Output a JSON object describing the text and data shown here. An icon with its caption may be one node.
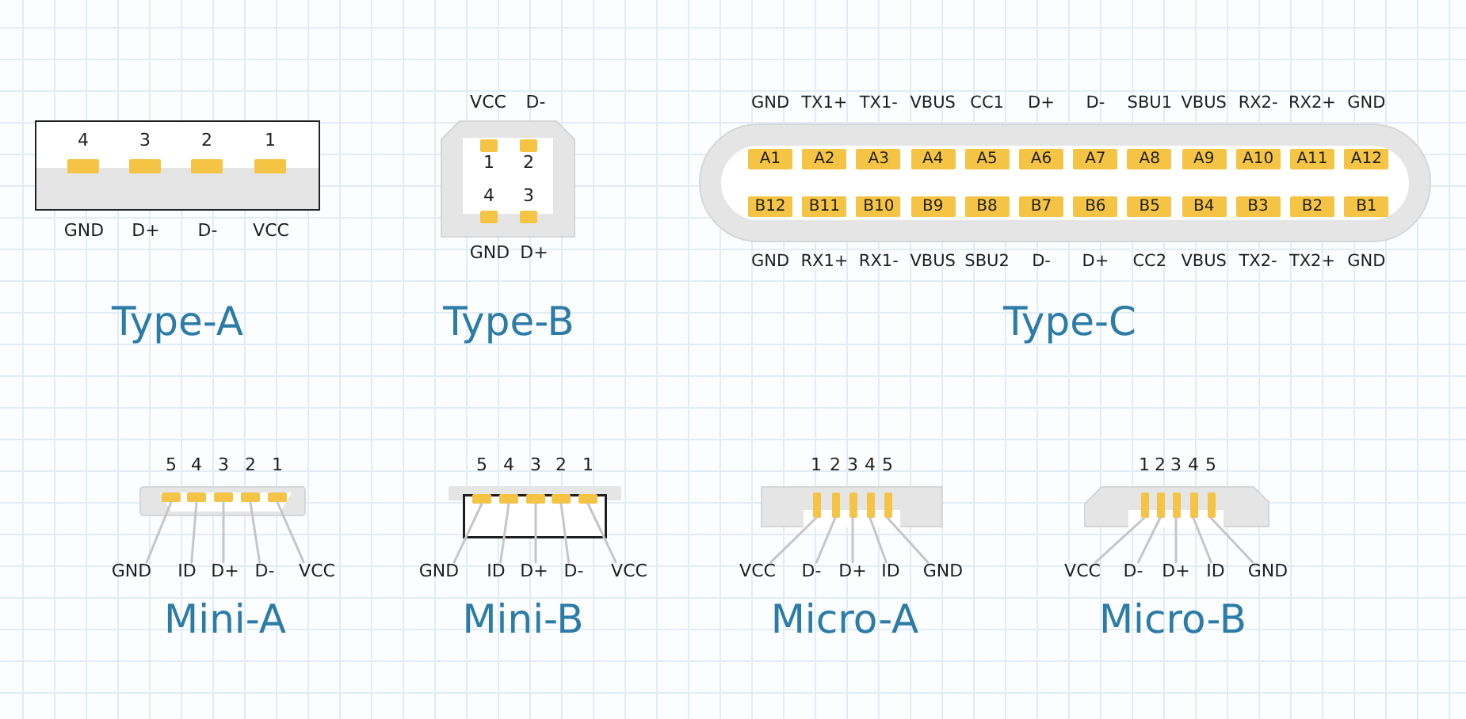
{
  "diagram": {
    "nodes": [
      {
        "text": [
          "4",
          "3",
          "2",
          "1"
        ],
        "beside": [
          "GND",
          "D+",
          "D-",
          "VCC"
        ]
      },
      {
        "text": [
          "1",
          "2",
          "4",
          "3"
        ],
        "beside": [
          "VCC",
          "D-",
          "GND",
          "D+"
        ]
      },
      {
        "text": [],
        "shape": "box",
        "beside": [
          "GND",
          "TX1+",
          "TX1-",
          "VBUS",
          "CC1",
          "D+",
          "D-",
          "SBU1",
          "VBUS",
          "RX2-",
          "RX2+",
          "GND",
          "GND",
          "RX1+",
          "RX1-",
          "VBUS",
          "SBU2",
          "D-",
          "D+",
          "CC2",
          "VBUS",
          "TX2-",
          "TX2+",
          "GND"
        ]
      },
      {
        "text": [
          "A1"
        ],
        "in": 2
      },
      {
        "text": [
          "A2"
        ],
        "in": 2
      },
      {
        "text": [
          "A3"
        ],
        "in": 2
      },
      {
        "text": [
          "A4"
        ],
        "in": 2
      },
      {
        "text": [
          "A5"
        ],
        "in": 2
      },
      {
        "text": [
          "A6"
        ],
        "in": 2
      },
      {
        "text": [
          "A7"
        ],
        "in": 2
      },
      {
        "text": [
          "A8"
        ],
        "in": 2
      },
      {
        "text": [
          "A9"
        ],
        "in": 2
      },
      {
        "text": [
          "A10"
        ],
        "in": 2
      },
      {
        "text": [
          "A11"
        ],
        "in": 2
      },
      {
        "text": [
          "A12"
        ],
        "in": 2
      },
      {
        "text": [
          "B12"
        ],
        "in": 2
      },
      {
        "text": [
          "B11"
        ],
        "in": 2
      },
      {
        "text": [
          "B10"
        ],
        "in": 2
      },
      {
        "text": [
          "B9"
        ],
        "in": 2
      },
      {
        "text": [
          "B8"
        ],
        "in": 2
      },
      {
        "text": [
          "B7"
        ],
        "in": 2
      },
      {
        "text": [
          "B6"
        ],
        "in": 2
      },
      {
        "text": [
          "B5"
        ],
        "in": 2
      },
      {
        "text": [
          "B4"
        ],
        "in": 2
      },
      {
        "text": [
          "B3"
        ],
        "in": 2
      },
      {
        "text": [
          "B2"
        ],
        "in": 2
      },
      {
        "text": [
          "B1"
        ],
        "in": 2
      },
      {
        "text": [],
        "shape": "box"
      },
      {
        "text": [],
        "shape": "bar",
        "in": 27,
        "beside": [
          "5"
        ]
      },
      {
        "text": [],
        "shape": "bar",
        "in": 27,
        "beside": [
          "4"
        ]
      },
      {
        "text": [],
        "shape": "bar",
        "in": 27,
        "beside": [
          "3"
        ]
      },
      {
        "text": [],
        "shape": "bar",
        "in": 27,
        "beside": [
          "2"
        ]
      },
      {
        "text": [],
        "shape": "bar",
        "in": 27,
        "beside": [
          "1"
        ]
      },
      {
        "text": [
          "GND"
        ]
      },
      {
        "text": [
          "ID"
        ]
      },
      {
        "text": [
          "D+"
        ]
      },
      {
        "text": [
          "D-"
        ]
      },
      {
        "text": [
          "VCC"
        ]
      },
      {
        "text": [],
        "shape": "box"
      },
      {
        "text": [],
        "shape": "bar",
        "in": 38,
        "beside": [
          "5"
        ]
      },
      {
        "text": [],
        "shape": "bar",
        "in": 38,
        "beside": [
          "4"
        ]
      },
      {
        "text": [],
        "shape": "bar",
        "in": 38,
        "beside": [
          "3"
        ]
      },
      {
        "text": [],
        "shape": "bar",
        "in": 38,
        "beside": [
          "2"
        ]
      },
      {
        "text": [],
        "shape": "bar",
        "in": 38,
        "beside": [
          "1"
        ]
      },
      {
        "text": [
          "GND"
        ]
      },
      {
        "text": [
          "ID"
        ]
      },
      {
        "text": [
          "D+"
        ]
      },
      {
        "text": [
          "D-"
        ]
      },
      {
        "text": [
          "VCC"
        ]
      },
      {
        "text": [],
        "shape": "box"
      },
      {
        "text": [],
        "shape": "bar",
        "in": 49,
        "beside": [
          "1"
        ]
      },
      {
        "text": [],
        "shape": "bar",
        "in": 49,
        "beside": [
          "2"
        ]
      },
      {
        "text": [],
        "shape": "bar",
        "in": 49,
        "beside": [
          "3"
        ]
      },
      {
        "text": [],
        "shape": "bar",
        "in": 49,
        "beside": [
          "4"
        ]
      },
      {
        "text": [],
        "shape": "bar",
        "in": 49,
        "beside": [
          "5"
        ]
      },
      {
        "text": [
          "VCC"
        ]
      },
      {
        "text": [
          "D-"
        ]
      },
      {
        "text": [
          "D+"
        ]
      },
      {
        "text": [
          "ID"
        ]
      },
      {
        "text": [
          "GND"
        ]
      },
      {
        "text": [],
        "shape": "box"
      },
      {
        "text": [],
        "shape": "bar",
        "in": 60,
        "beside": [
          "1"
        ]
      },
      {
        "text": [],
        "shape": "bar",
        "in": 60,
        "beside": [
          "2"
        ]
      },
      {
        "text": [],
        "shape": "bar",
        "in": 60,
        "beside": [
          "3"
        ]
      },
      {
        "text": [],
        "shape": "bar",
        "in": 60,
        "beside": [
          "4"
        ]
      },
      {
        "text": [],
        "shape": "bar",
        "in": 60,
        "beside": [
          "5"
        ]
      },
      {
        "text": [
          "VCC"
        ]
      },
      {
        "text": [
          "D-"
        ]
      },
      {
        "text": [
          "D+"
        ]
      },
      {
        "text": [
          "ID"
        ]
      },
      {
        "text": [
          "GND"
        ]
      }
    ],
    "edges": [
      {
        "from": 33,
        "to": 28,
        "arrow": "none"
      },
      {
        "from": 34,
        "to": 29,
        "arrow": "none"
      },
      {
        "from": 35,
        "to": 30,
        "arrow": "none"
      },
      {
        "from": 36,
        "to": 31,
        "arrow": "none"
      },
      {
        "from": 37,
        "to": 32,
        "arrow": "none"
      },
      {
        "from": 44,
        "to": 39,
        "arrow": "none"
      },
      {
        "from": 45,
        "to": 40,
        "arrow": "none"
      },
      {
        "from": 46,
        "to": 41,
        "arrow": "none"
      },
      {
        "from": 47,
        "to": 42,
        "arrow": "none"
      },
      {
        "from": 48,
        "to": 43,
        "arrow": "none"
      },
      {
        "from": 55,
        "to": 50,
        "arrow": "none"
      },
      {
        "from": 56,
        "to": 51,
        "arrow": "none"
      },
      {
        "from": 57,
        "to": 52,
        "arrow": "none"
      },
      {
        "from": 58,
        "to": 53,
        "arrow": "none"
      },
      {
        "from": 59,
        "to": 54,
        "arrow": "none"
      },
      {
        "from": 66,
        "to": 61,
        "arrow": "none"
      },
      {
        "from": 67,
        "to": 62,
        "arrow": "none"
      },
      {
        "from": 68,
        "to": 63,
        "arrow": "none"
      },
      {
        "from": 69,
        "to": 64,
        "arrow": "none"
      },
      {
        "from": 70,
        "to": 65,
        "arrow": "none"
      }
    ],
    "labels": [
      "Type-A",
      "Type-B",
      "Type-C",
      "Mini-A",
      "Mini-B",
      "Micro-A",
      "Micro-B"
    ]
  }
}
